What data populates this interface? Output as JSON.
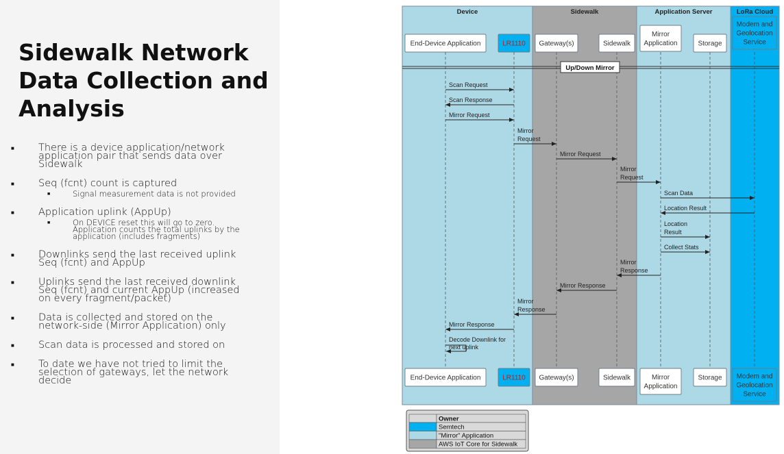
{
  "slide": {
    "title": "Sidewalk Network Data Collection and Analysis",
    "bullets": [
      {
        "text": "There is a device application/network application pair that sends data over Sidewalk",
        "sub": []
      },
      {
        "text": "Seq (fcnt) count is captured",
        "sub": [
          "Signal measurement data is not provided"
        ]
      },
      {
        "text": "Application uplink (AppUp)",
        "sub": [
          "On DEVICE reset this will go to zero. Application counts the total uplinks by the application (includes fragments)"
        ]
      },
      {
        "text": "Downlinks send the last received uplink Seq (fcnt) and AppUp",
        "sub": []
      },
      {
        "text": "Uplinks send the last received downlink Seq (fcnt) and current AppUp (increased on every fragment/packet)",
        "sub": []
      },
      {
        "text": "Data is collected and stored on the network-side (Mirror Application) only",
        "sub": []
      },
      {
        "text": "Scan data is processed and stored on",
        "sub": []
      },
      {
        "text": "To date we have not tried to limit the selection of gateways, let the network decide",
        "sub": []
      }
    ]
  },
  "diagram": {
    "colors": {
      "device": "#add8e6",
      "sidewalk": "#a6a6a6",
      "semtech": "#00b0f0",
      "lr1110": "#00b0f0",
      "node_fill": "#ffffff",
      "lr1110_text": "#b22222"
    },
    "groups": [
      {
        "id": "device",
        "label": "Device"
      },
      {
        "id": "sidewalk",
        "label": "Sidewalk"
      },
      {
        "id": "appserver",
        "label": "Application Server"
      },
      {
        "id": "lora",
        "label": "LoRa Cloud"
      }
    ],
    "participants": [
      {
        "id": "eda",
        "label": "End-Device Application"
      },
      {
        "id": "lr",
        "label": "LR1110"
      },
      {
        "id": "gw",
        "label": "Gateway(s)"
      },
      {
        "id": "sw",
        "label": "Sidewalk"
      },
      {
        "id": "ma",
        "label": "Mirror Application"
      },
      {
        "id": "st",
        "label": "Storage"
      },
      {
        "id": "mg",
        "label": "Modem and Geolocation Service"
      }
    ],
    "divider": "Up/Down Mirror",
    "messages": [
      {
        "from": "eda",
        "to": "lr",
        "label": "Scan Request"
      },
      {
        "from": "lr",
        "to": "eda",
        "label": "Scan Response"
      },
      {
        "from": "eda",
        "to": "lr",
        "label": "Mirror Request"
      },
      {
        "from": "lr",
        "to": "gw",
        "label": "Mirror Request"
      },
      {
        "from": "gw",
        "to": "sw",
        "label": "Mirror Request"
      },
      {
        "from": "sw",
        "to": "ma",
        "label": "Mirror Request"
      },
      {
        "from": "ma",
        "to": "mg",
        "label": "Scan Data"
      },
      {
        "from": "mg",
        "to": "ma",
        "label": "Location Result"
      },
      {
        "from": "ma",
        "to": "st",
        "label": "Location Result"
      },
      {
        "from": "ma",
        "to": "st",
        "label": "Collect Stats"
      },
      {
        "from": "ma",
        "to": "sw",
        "label": "Mirror Response"
      },
      {
        "from": "sw",
        "to": "gw",
        "label": "Mirror Response"
      },
      {
        "from": "gw",
        "to": "lr",
        "label": "Mirror Response"
      },
      {
        "from": "lr",
        "to": "eda",
        "label": "Mirror Response"
      },
      {
        "from": "eda",
        "to": "eda",
        "label": "Decode Downlink for next uplink"
      }
    ],
    "legend": {
      "header": "Owner",
      "rows": [
        {
          "label": "Semtech",
          "color": "#00b0f0"
        },
        {
          "label": "\"Mirror\" Application",
          "color": "#add8e6"
        },
        {
          "label": "AWS IoT Core for Sidewalk",
          "color": "#a6a6a6"
        }
      ]
    }
  }
}
